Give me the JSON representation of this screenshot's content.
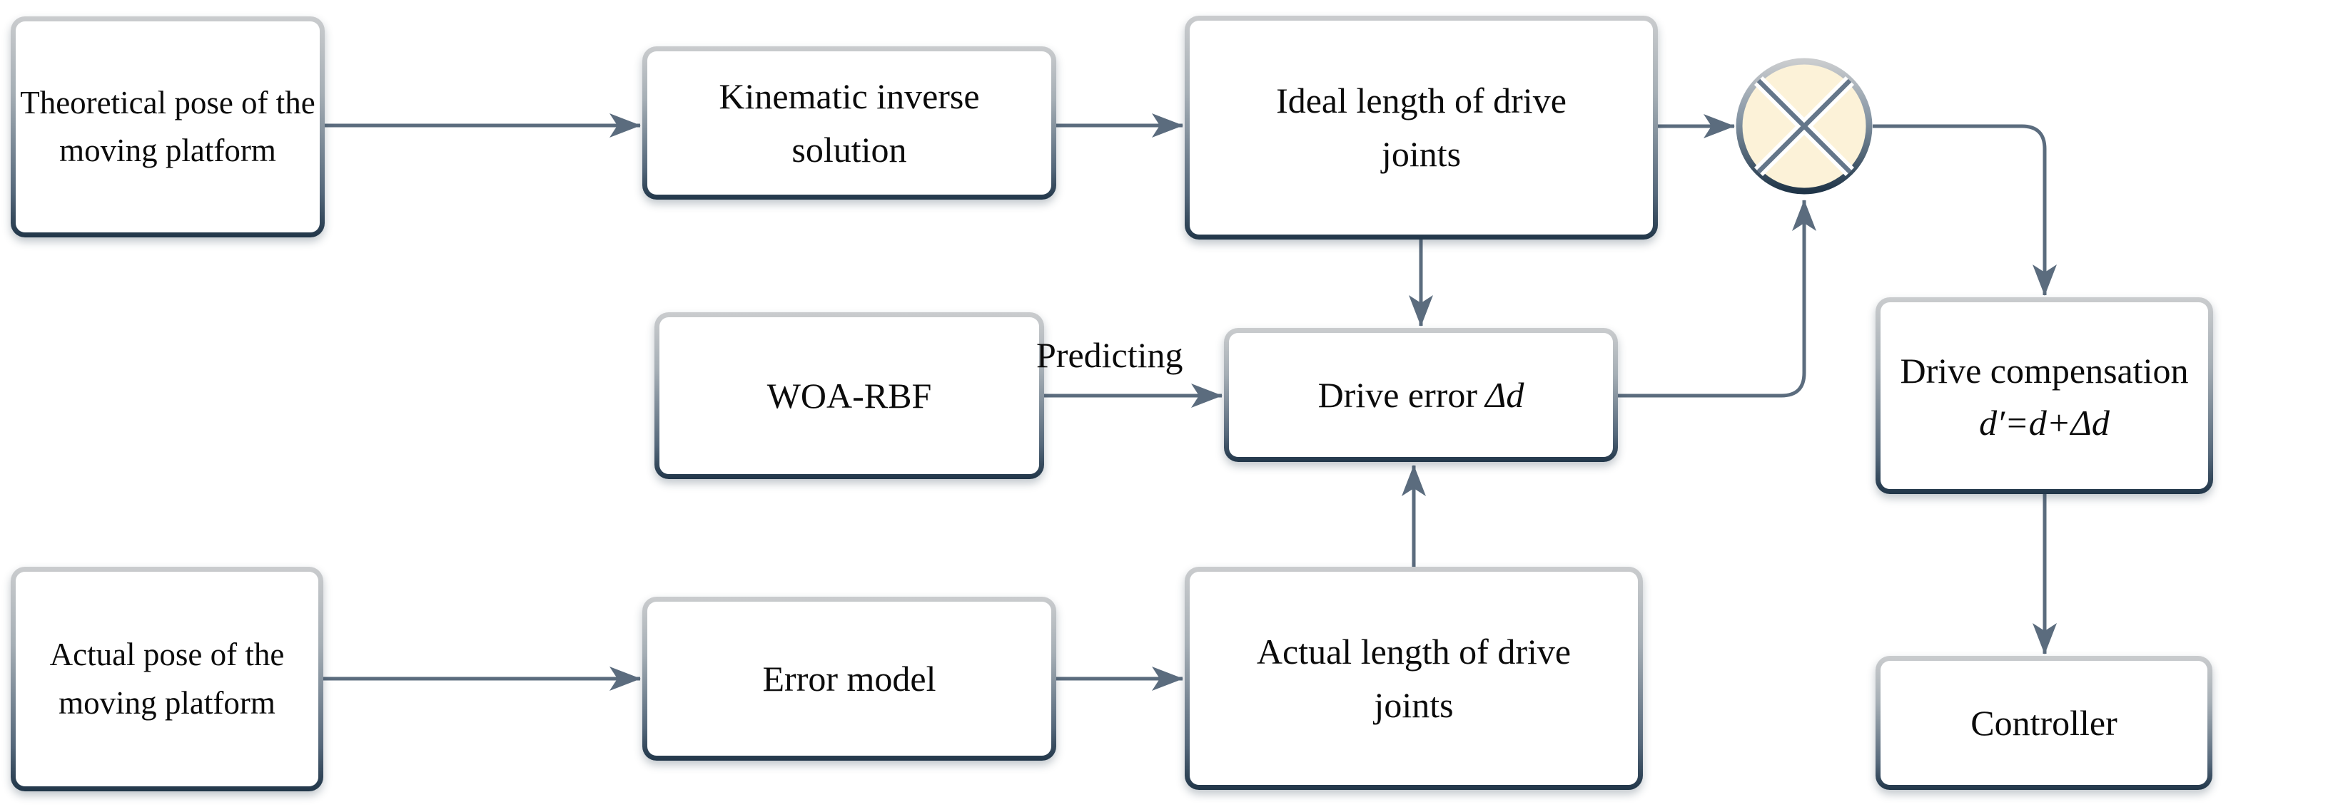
{
  "diagram": {
    "type": "flowchart",
    "colors": {
      "background": "#ffffff",
      "connector": "#5b6c7e",
      "box_border_top": "#caccce",
      "box_border_bottom": "#213649",
      "junction_fill": "#fcf2d8",
      "text": "#0b0b0b"
    },
    "nodes": {
      "theoretical_pose": {
        "lines": [
          "Theoretical pose of the",
          "moving platform"
        ]
      },
      "kinematic_inverse": {
        "lines": [
          "Kinematic inverse",
          "solution"
        ]
      },
      "ideal_length": {
        "lines": [
          "Ideal length of drive",
          "joints"
        ]
      },
      "drive_compensation": {
        "lines": [
          "Drive compensation"
        ],
        "formula": "d′=d+Δd"
      },
      "controller": {
        "lines": [
          "Controller"
        ]
      },
      "woa_rbf": {
        "lines": [
          "WOA-RBF"
        ]
      },
      "drive_error": {
        "label": "Drive error",
        "symbol": "Δd"
      },
      "actual_pose": {
        "lines": [
          "Actual pose of the",
          "moving platform"
        ]
      },
      "error_model": {
        "lines": [
          "Error model"
        ]
      },
      "actual_length": {
        "lines": [
          "Actual length of drive",
          "joints"
        ]
      }
    },
    "junction": {
      "icon": "circle-x-junction"
    },
    "edge_labels": {
      "predicting": "Predicting"
    }
  }
}
